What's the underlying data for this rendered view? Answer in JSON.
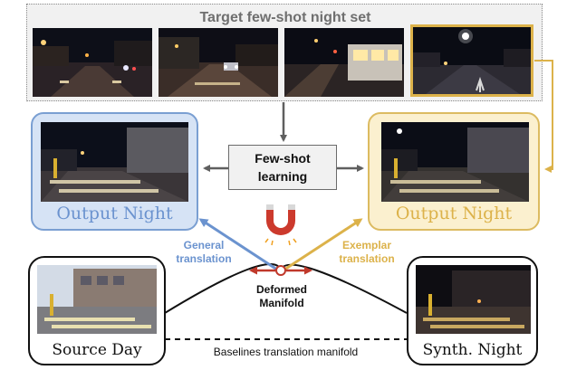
{
  "target_set": {
    "title": "Target few-shot night set"
  },
  "few_shot": {
    "line1": "Few-shot",
    "line2": "learning"
  },
  "outputs": {
    "general_label": "Output Night",
    "exemplar_label": "Output Night"
  },
  "translations": {
    "general_line1": "General",
    "general_line2": "translation",
    "exemplar_line1": "Exemplar",
    "exemplar_line2": "translation"
  },
  "manifold": {
    "line1": "Deformed",
    "line2": "Manifold",
    "baseline_label": "Baselines translation manifold"
  },
  "source": {
    "label": "Source Day"
  },
  "synth": {
    "label": "Synth. Night"
  },
  "colors": {
    "general": "#6b93cf",
    "exemplar": "#dcb24a",
    "magnet_red": "#cc3a2d",
    "node_red": "#c0392b",
    "arrow_gray": "#5f5f5f"
  },
  "icons": [
    "magnet-icon"
  ]
}
